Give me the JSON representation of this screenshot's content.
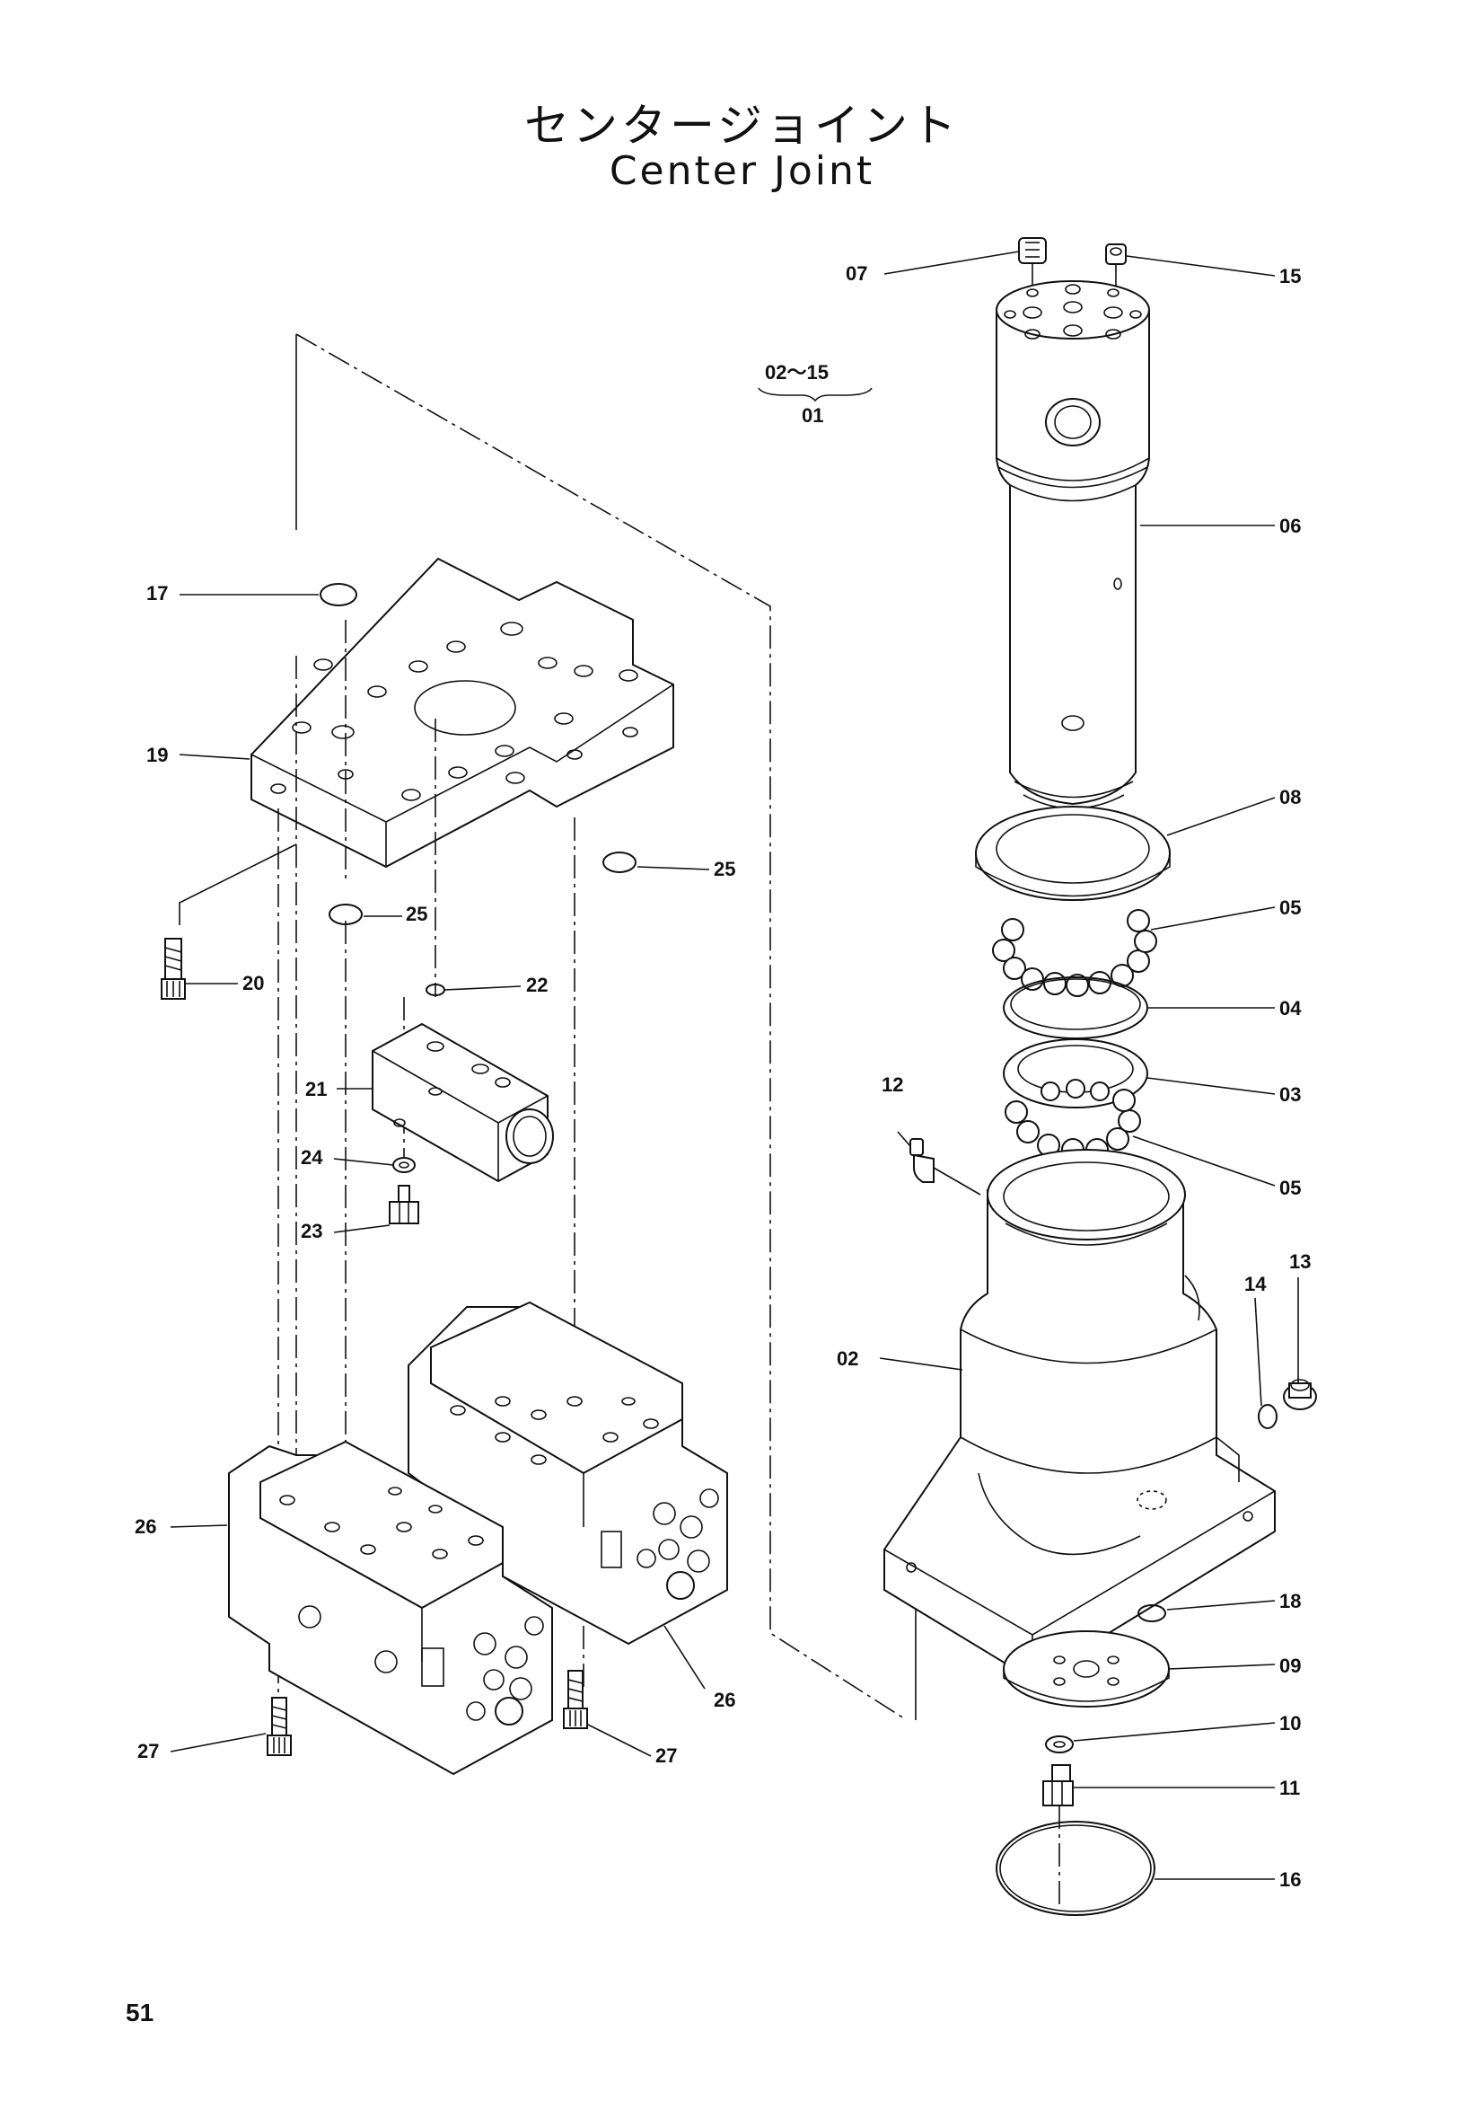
{
  "title": {
    "japanese": "センタージョイント",
    "english": "Center Joint"
  },
  "note": {
    "numerator": "02～15",
    "denominator": "01"
  },
  "page_number": "51",
  "labels": {
    "p02": "02",
    "p03": "03",
    "p04": "04",
    "p05a": "05",
    "p05b": "05",
    "p06": "06",
    "p07": "07",
    "p08": "08",
    "p09": "09",
    "p10": "10",
    "p11": "11",
    "p12": "12",
    "p13": "13",
    "p14": "14",
    "p15": "15",
    "p16": "16",
    "p17": "17",
    "p18": "18",
    "p19": "19",
    "p20": "20",
    "p21": "21",
    "p22": "22",
    "p23": "23",
    "p24": "24",
    "p25a": "25",
    "p25b": "25",
    "p26a": "26",
    "p26b": "26",
    "p27a": "27",
    "p27b": "27"
  }
}
